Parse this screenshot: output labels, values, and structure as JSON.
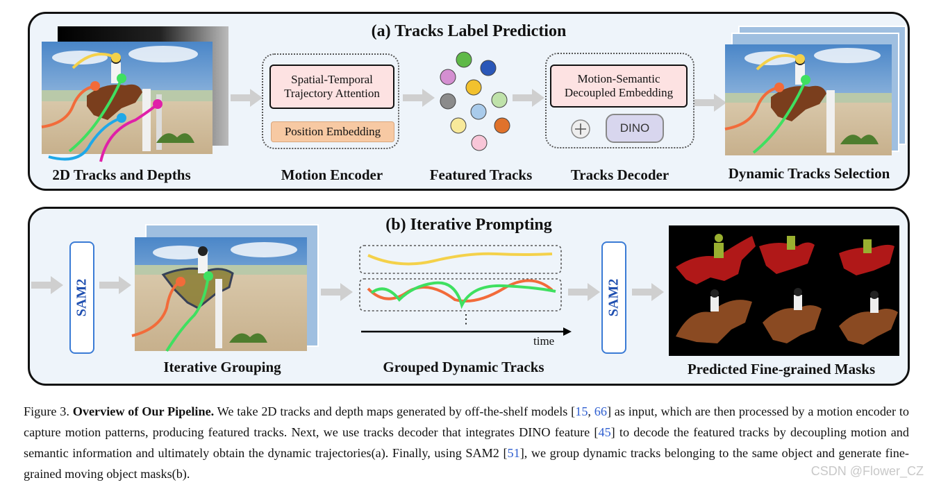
{
  "panel_a": {
    "title": "(a) Tracks Label Prediction",
    "labels": {
      "tracks_depths": "2D Tracks and Depths",
      "motion_encoder": "Motion Encoder",
      "featured_tracks": "Featured Tracks",
      "tracks_decoder": "Tracks Decoder",
      "dynamic_selection": "Dynamic Tracks Selection"
    },
    "encoder": {
      "attention": "Spatial-Temporal Trajectory Attention",
      "position": "Position Embedding"
    },
    "decoder": {
      "embedding": "Motion-Semantic Decoupled Embedding",
      "plus": "+",
      "dino": "DINO"
    },
    "feature_colors": [
      "#5fb948",
      "#d48fd1",
      "#2a57b8",
      "#f2c12e",
      "#8b8b8b",
      "#a9cbeb",
      "#bfe2aa",
      "#f8e99a",
      "#e0722b",
      "#f8c6d8"
    ]
  },
  "panel_b": {
    "title": "(b) Iterative Prompting",
    "labels": {
      "grouping": "Iterative Grouping",
      "grouped_tracks": "Grouped Dynamic Tracks",
      "masks": "Predicted Fine-grained Masks"
    },
    "sam_label_1": "SAM2",
    "sam_label_2": "SAM2",
    "time_label": "time",
    "ellipsis": "⋮"
  },
  "caption": {
    "prefix": "Figure 3. ",
    "bold": "Overview of Our Pipeline.",
    "part1": " We take 2D tracks and depth maps generated by off-the-shelf models [",
    "ref1": "15",
    "sep1": ", ",
    "ref2": "66",
    "part2": "] as input, which are then processed by a motion encoder to capture motion patterns, producing featured tracks. Next, we use tracks decoder that integrates DINO feature [",
    "ref3": "45",
    "part3": "] to decode the featured tracks by decoupling motion and semantic information and ultimately obtain the dynamic trajectories(a). Finally, using SAM2 [",
    "ref4": "51",
    "part4": "], we group dynamic tracks belonging to the same object and generate fine-grained moving object masks(b)."
  },
  "watermark": "CSDN @Flower_CZ",
  "colors": {
    "track_yellow": "#f4d14a",
    "track_orange": "#f26b3a",
    "track_green": "#3fe060",
    "track_blue": "#1fa8e8",
    "track_magenta": "#e020a8",
    "sam_blue": "#1f4fb0",
    "panel_bg": "#eef4fa"
  },
  "icons": [
    "arrow-right-icon",
    "plus-circle-icon",
    "horse-rider-image",
    "mask-image"
  ]
}
